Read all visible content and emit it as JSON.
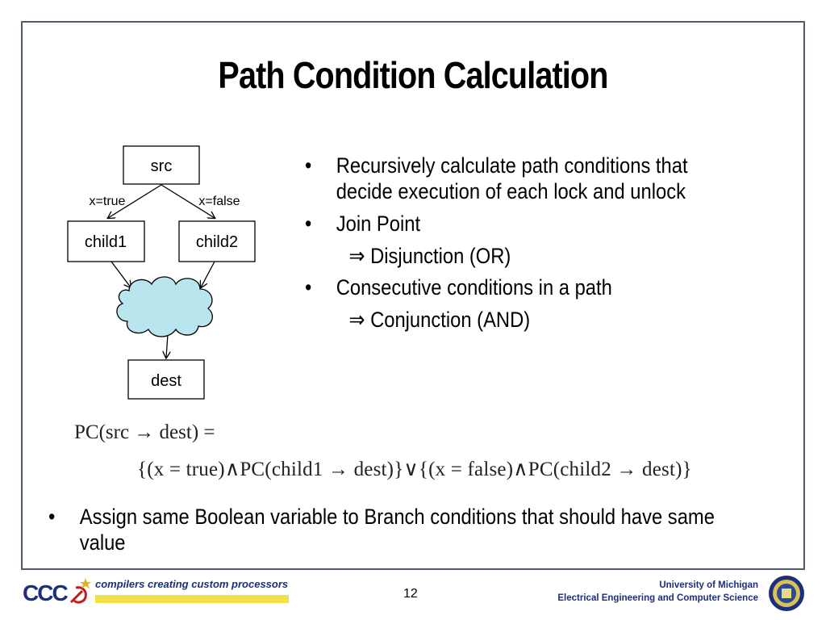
{
  "slide": {
    "title": "Path Condition Calculation",
    "page_number": "12"
  },
  "diagram": {
    "nodes": {
      "src": "src",
      "child1": "child1",
      "child2": "child2",
      "dest": "dest"
    },
    "edges": {
      "true_label": "x=true",
      "false_label": "x=false"
    }
  },
  "bullets": [
    {
      "text": "Recursively calculate path conditions that decide execution of each lock and unlock"
    },
    {
      "text": "Join Point",
      "sub": "⇒ Disjunction (OR)"
    },
    {
      "text": "Consecutive conditions in a path",
      "sub": "⇒ Conjunction (AND)"
    }
  ],
  "formula": {
    "line1": "PC(src → dest) =",
    "line2": "{(x = true)∧PC(child1 → dest)}∨{(x = false)∧PC(child2 → dest)}"
  },
  "bottom_bullet": "Assign same Boolean variable to Branch conditions that should have same value",
  "footer": {
    "logo_text": "CCC",
    "tagline": "compilers creating custom processors",
    "institution": "University of Michigan",
    "department": "Electrical Engineering and Computer Science",
    "colors": {
      "navy": "#1b2f7a",
      "yellow": "#f1e24a",
      "cloud": "#b9e6ee"
    }
  }
}
